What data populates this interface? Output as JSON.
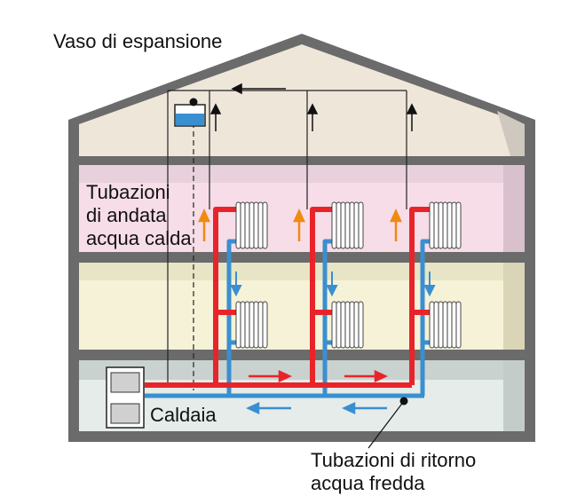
{
  "labels": {
    "expansion_tank": "Vaso di espansione",
    "supply_pipes": [
      "Tubazioni",
      "di andata",
      "acqua calda"
    ],
    "boiler": "Caldaia",
    "return_pipes": [
      "Tubazioni di ritorno",
      "acqua fredda"
    ]
  },
  "colors": {
    "wall": "#6b6b6b",
    "attic": "#efe6da",
    "floor_top": "#f7dde8",
    "floor_middle": "#f5f2d8",
    "floor_ground": "#e5ece9",
    "hot_pipe": "#e8242a",
    "cold_pipe": "#3a8fd0",
    "hot_arrow": "#f08a10",
    "radiator": "#ffffff"
  },
  "icons": [
    "house-cross-section",
    "expansion-tank-icon",
    "boiler-icon",
    "radiator-icon",
    "flow-arrow-icon"
  ]
}
